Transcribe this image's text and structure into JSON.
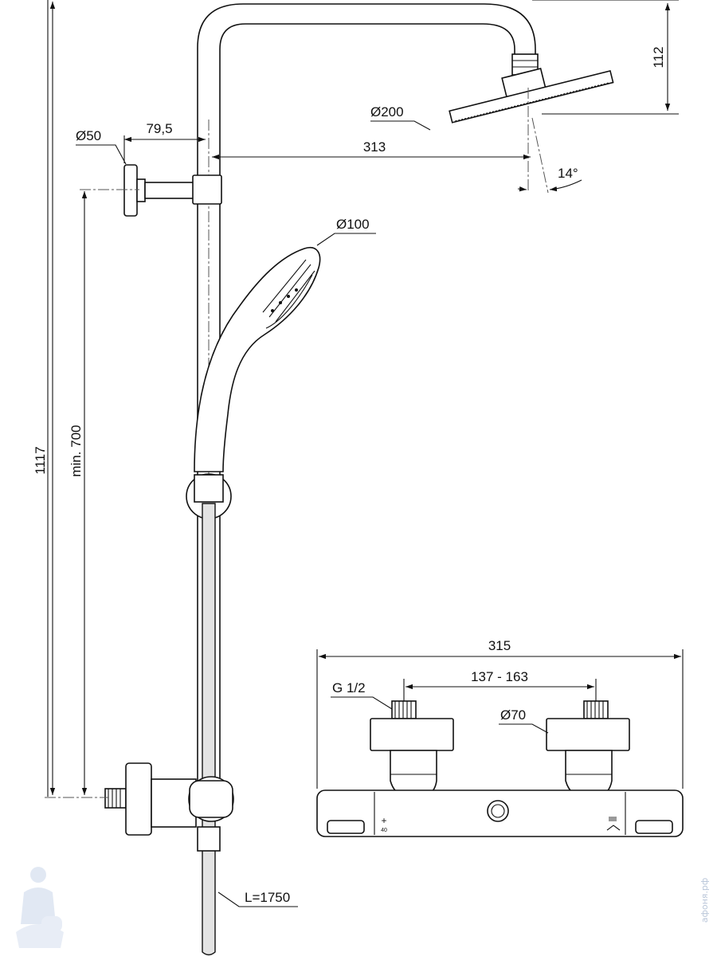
{
  "dimensions": {
    "head_diameter": "Ø200",
    "head_drop": "112",
    "head_reach": "313",
    "head_angle": "14°",
    "wall_flange_diameter": "Ø50",
    "wall_arm_length": "79,5",
    "hand_shower_diameter": "Ø100",
    "overall_height": "1117",
    "min_height": "min. 700",
    "hose_length": "L=1750",
    "thermostat_width": "315",
    "inlet_spacing": "137 - 163",
    "inlet_thread": "G 1/2",
    "escutcheon_diameter": "Ø70"
  },
  "valve_markings": {
    "plus": "+",
    "temp": "40",
    "minus": "−"
  },
  "watermark": {
    "text": "афоня.рф",
    "logo": "plumber-mascot-icon"
  },
  "colors": {
    "line": "#111111",
    "watermark": "#b9c6d9"
  }
}
